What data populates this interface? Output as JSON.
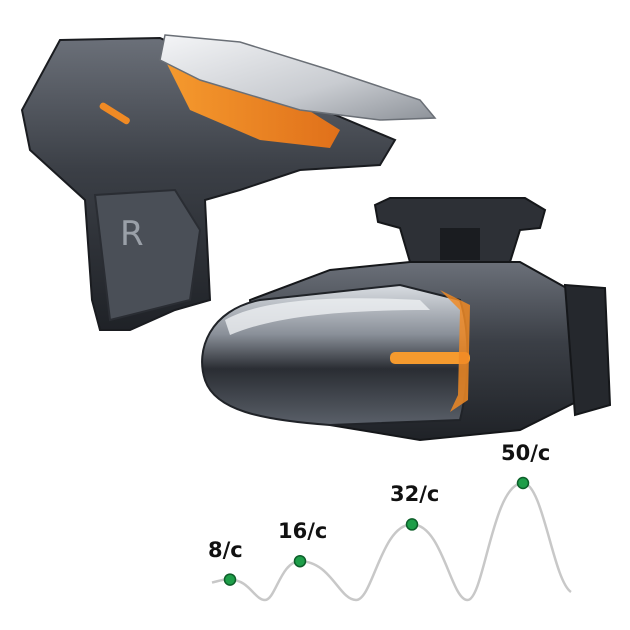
{
  "product": {
    "trigger_letter": "R",
    "accent_color": "#f08a24",
    "body_color": "#3a3e45"
  },
  "chart_data": {
    "type": "line",
    "categories": [
      "8/c",
      "16/c",
      "32/c",
      "50/c"
    ],
    "series": [
      {
        "values": [
          8,
          16,
          32,
          50
        ]
      }
    ],
    "labels": [
      "8/c",
      "16/c",
      "32/c",
      "50/c"
    ],
    "line_color": "#c8c8c8",
    "point_color": "#1e9e49"
  }
}
